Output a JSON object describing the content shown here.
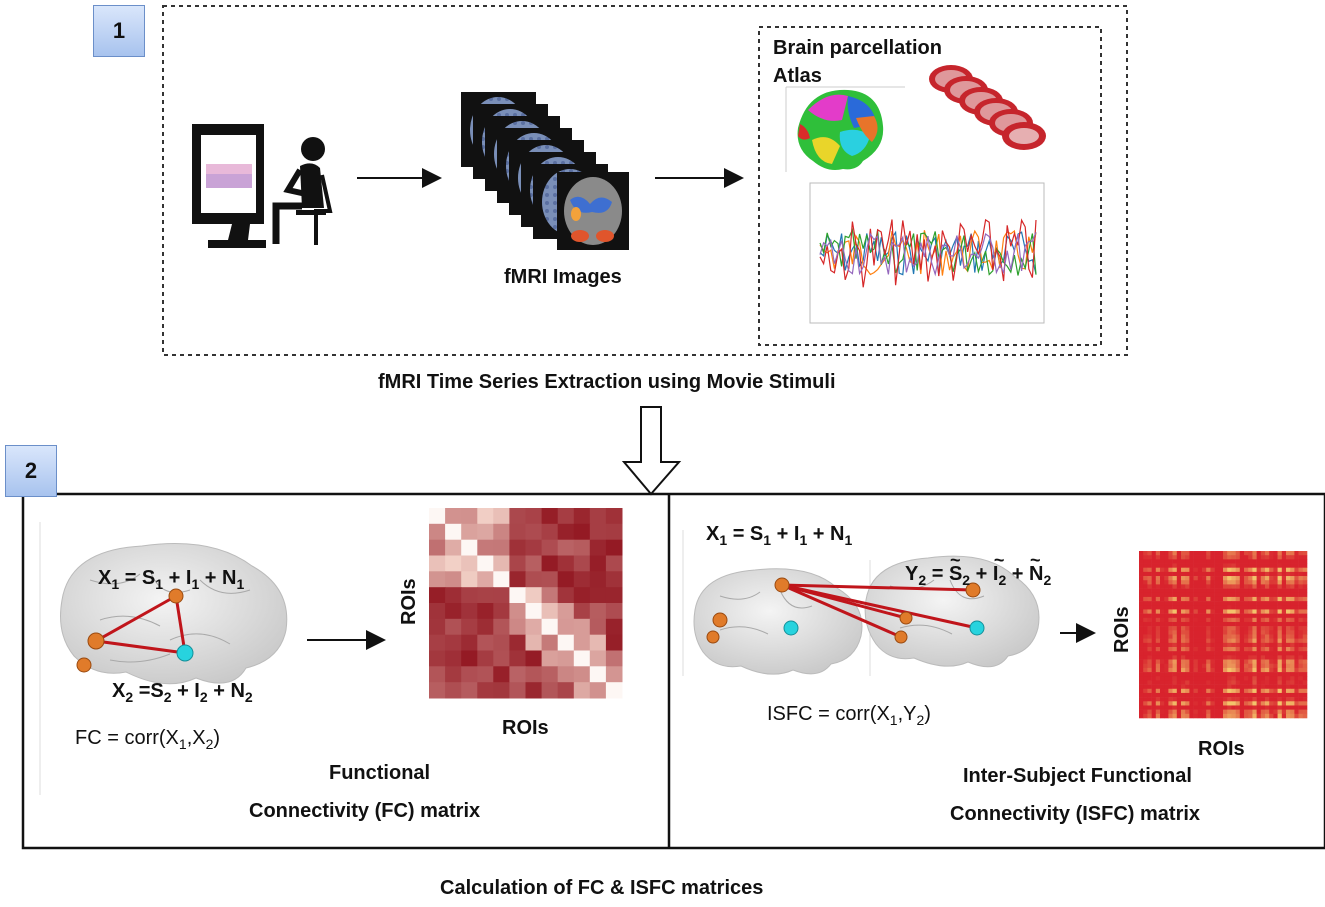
{
  "stage1": {
    "badge": "1",
    "fmri_images_label": "fMRI Images",
    "atlas_label_line1": "Brain parcellation",
    "atlas_label_line2": "Atlas",
    "caption": "fMRI Time Series Extraction using Movie Stimuli"
  },
  "stage2": {
    "badge": "2",
    "fc": {
      "eq_x1": {
        "X": "X",
        "s1": "1",
        "eq": " = S",
        "s2": "1",
        "p1": " + I",
        "s3": "1",
        "p2": " + N",
        "s4": "1"
      },
      "eq_x2": {
        "X": "X",
        "s1": "2",
        "eq": " =S",
        "s2": "2",
        "p1": " + I",
        "s3": "2",
        "p2": " + N",
        "s4": "2"
      },
      "formula": {
        "pre": "FC = corr(X",
        "s1": "1",
        "mid": ",X",
        "s2": "2",
        "post": ")"
      },
      "axis_y": "ROIs",
      "axis_x": "ROIs",
      "caption_line1": "Functional",
      "caption_line2": "Connectivity (FC) matrix"
    },
    "isfc": {
      "eq_x1": {
        "X": "X",
        "s1": "1",
        "eq": " = S",
        "s2": "1",
        "p1": " + I",
        "s3": "1",
        "p2": " + N",
        "s4": "1"
      },
      "eq_y2": {
        "Y": "Y",
        "s1": "2",
        "eq": " = ",
        "S": "S",
        "s2": "2",
        "p1": " + ",
        "I": "I",
        "s3": "2",
        "p2": " + ",
        "N": "N",
        "s4": "2"
      },
      "formula": {
        "pre": "ISFC = corr(X",
        "s1": "1",
        "mid": ",Y",
        "s2": "2",
        "post": ")"
      },
      "axis_y": "ROIs",
      "axis_x": "ROIs",
      "caption_line1": "Inter-Subject Functional",
      "caption_line2": "Connectivity (ISFC) matrix"
    },
    "caption": "Calculation of FC & ISFC matrices"
  },
  "colors": {
    "badge_fill": "#a8c3ee",
    "edge_red": "#c0151b",
    "node_orange": "#e07b2a",
    "node_cyan": "#27d3de",
    "matrix_dark": "#8e0f1a",
    "matrix_light": "#fde6da",
    "isfc_base": "#d8232d",
    "isfc_light": "#f3c36b"
  },
  "icons": [
    "monitor-icon",
    "person-seated-icon",
    "brain-slice-icon",
    "brain-atlas-icon",
    "time-series-plot-icon",
    "brain-icon"
  ]
}
